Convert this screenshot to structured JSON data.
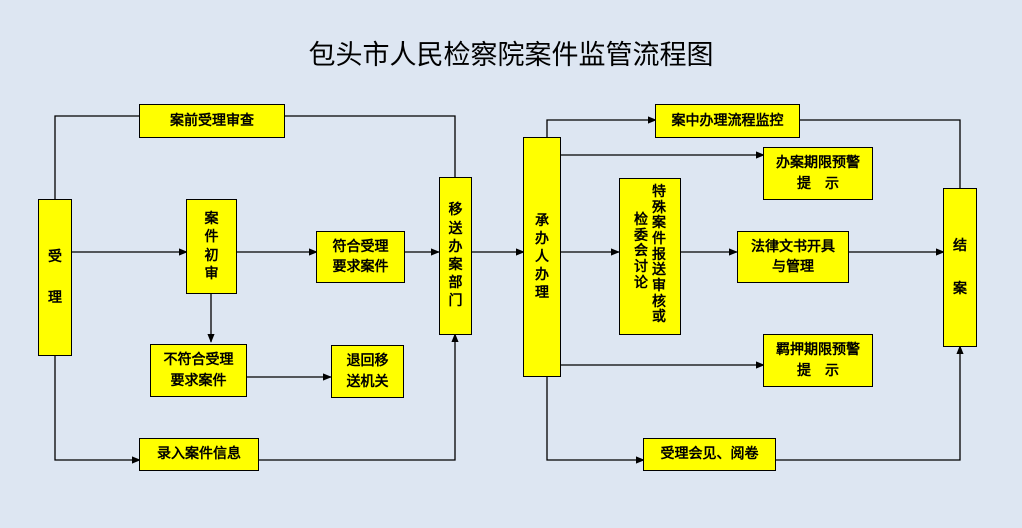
{
  "title": "包头市人民检察院案件监管流程图",
  "colors": {
    "background": "#dde6f2",
    "box_fill": "#ffff00",
    "border": "#000000"
  },
  "nodes": {
    "shouli": "受理",
    "pre_review": "案前受理审查",
    "initial_review": "案件初审",
    "meets_req": [
      "符合受理",
      "要求案件"
    ],
    "not_meets_req": [
      "不符合受理",
      "要求案件"
    ],
    "return": [
      "退回移",
      "送机关"
    ],
    "record": "录入案件信息",
    "transfer_dept": "移送办案部门",
    "handler": "承办人办理",
    "process_monitor": "案中办理流程监控",
    "deadline_warning": [
      "办案期限预警",
      "提　示"
    ],
    "special_case": "特殊案件报送审核或检委会讨论",
    "legal_docs": [
      "法律文书开具",
      "与管理"
    ],
    "detention_warning": [
      "羁押期限预警",
      "提　示"
    ],
    "meeting": "受理会见、阅卷",
    "close": "结案"
  }
}
